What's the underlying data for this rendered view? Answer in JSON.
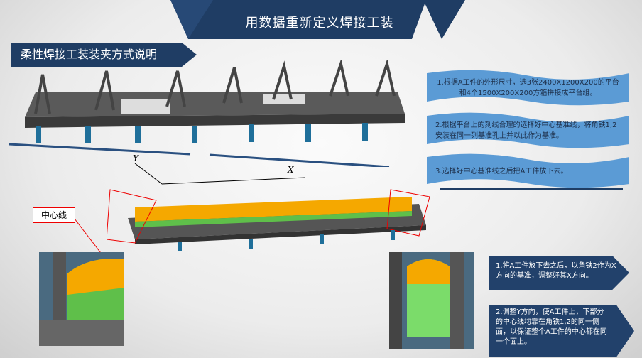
{
  "header": {
    "title": "用数据重新定义焊接工装"
  },
  "section": {
    "title": "柔性焊接工装装夹方式说明"
  },
  "steps": [
    {
      "text": "1.根据A工件的外形尺寸，选3张2400X1200X200的平台和4个1500X200X200方箱拼接成平台组。"
    },
    {
      "text": "2.根据平台上的刻线合理的选择好中心基准线，将角铁1,2安装在同一列基准孔上并以此作为基准。"
    },
    {
      "text": "3.选择好中心基准线之后把A工件放下去。"
    }
  ],
  "notes": [
    {
      "text": "1.将A工件放下去之后，以角铁2作为X方向的基准，调整好其X方向。"
    },
    {
      "text": "2.调整Y方向，使A工件上，下部分的中心线均靠在角铁1,2的同一侧面，以保证整个A工件的中心都在同一个面上。"
    }
  ],
  "callout": {
    "label": "中心线"
  },
  "axes": {
    "x": "X",
    "y": "Y"
  },
  "colors": {
    "navy": "#22416b",
    "wave": "#5b9bd5",
    "workpiece": "#f5a800",
    "green": "#5fbf4a"
  }
}
